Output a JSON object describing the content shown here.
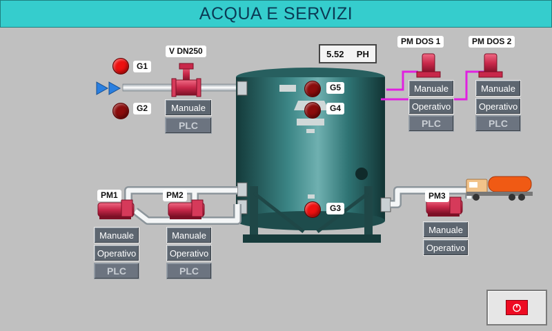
{
  "title": "ACQUA E SERVIZI",
  "ph": {
    "value": "5.52",
    "unit": "PH"
  },
  "valve": {
    "label": "V DN250",
    "manual_label": "Manuale",
    "plc_label": "PLC"
  },
  "sensors": {
    "g1": {
      "label": "G1",
      "state": "on"
    },
    "g2": {
      "label": "G2",
      "state": "off"
    },
    "g3": {
      "label": "G3",
      "state": "on"
    },
    "g4": {
      "label": "G4",
      "state": "off"
    },
    "g5": {
      "label": "G5",
      "state": "off"
    }
  },
  "pumps": {
    "pm1": {
      "label": "PM1",
      "manual_label": "Manuale",
      "operative_label": "Operativo",
      "plc_label": "PLC"
    },
    "pm2": {
      "label": "PM2",
      "manual_label": "Manuale",
      "operative_label": "Operativo",
      "plc_label": "PLC"
    },
    "pm3": {
      "label": "PM3",
      "manual_label": "Manuale",
      "operative_label": "Operativo"
    }
  },
  "dosing": {
    "pm_dos1": {
      "label": "PM DOS 1",
      "manual_label": "Manuale",
      "operative_label": "Operativo",
      "plc_label": "PLC"
    },
    "pm_dos2": {
      "label": "PM DOS 2",
      "manual_label": "Manuale",
      "operative_label": "Operativo",
      "plc_label": "PLC"
    }
  },
  "colors": {
    "title_bg": "#35cdcd",
    "tank": "#2c6e6e",
    "pipe_magenta": "#e020e0",
    "led_on": "#ee1010",
    "led_off": "#8b0c0c",
    "stop_button": "#ee0b22"
  },
  "icons": {
    "power": "power-icon",
    "flow": "flow-arrow-icon",
    "truck": "tanker-truck-icon"
  }
}
